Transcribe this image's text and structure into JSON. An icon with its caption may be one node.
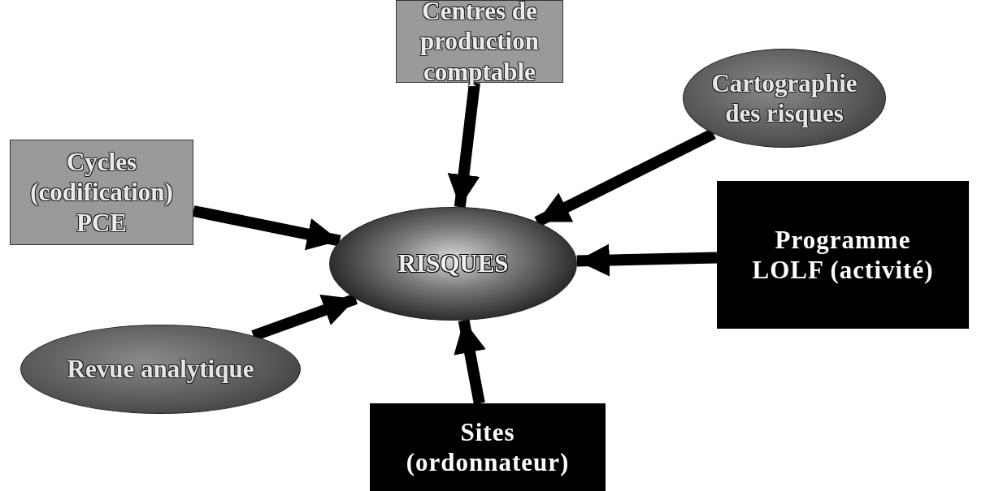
{
  "diagram": {
    "nodes": [
      {
        "text": [
          "Centres de production comptable"
        ]
      },
      {
        "text": [
          "Cartographie des risques"
        ]
      },
      {
        "text": [
          "Cycles (codification) PCE"
        ]
      },
      {
        "text": [
          "RISQUES"
        ]
      },
      {
        "text": [
          "Programme LOLF (activité)"
        ]
      },
      {
        "text": [
          "Revue analytique"
        ]
      },
      {
        "text": [
          "Sites (ordonnateur)"
        ]
      }
    ],
    "edges": [
      {
        "from": 0,
        "to": 3,
        "arrow": "to"
      },
      {
        "from": 1,
        "to": 3,
        "arrow": "to"
      },
      {
        "from": 2,
        "to": 3,
        "arrow": "to"
      },
      {
        "from": 4,
        "to": 3,
        "arrow": "to"
      },
      {
        "from": 5,
        "to": 3,
        "arrow": "to"
      },
      {
        "from": 6,
        "to": 3,
        "arrow": "to"
      }
    ]
  }
}
